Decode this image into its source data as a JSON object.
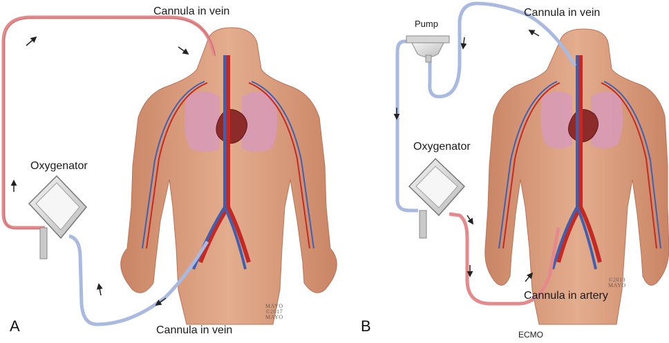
{
  "panel_a": {
    "letter": "A",
    "label_top": "Cannula in vein",
    "label_oxygenator": "Oxygenator",
    "label_bottom": "Cannula in vein",
    "stamp": [
      "MAYO",
      "©2017",
      "MAYO"
    ]
  },
  "panel_b": {
    "letter": "B",
    "label_pump": "Pump",
    "label_top": "Cannula in vein",
    "label_oxygenator": "Oxygenator",
    "label_artery": "Cannula in artery",
    "stamp": [
      "©2013",
      "MAYO"
    ],
    "caption": "ECMO"
  },
  "colors": {
    "arterial_line": "#e58a8c",
    "venous_line": "#a9b9e0",
    "skin": "#d89c7c",
    "artery": "#c42a24",
    "vein": "#3f5fb0",
    "lung": "#d79ab8"
  }
}
